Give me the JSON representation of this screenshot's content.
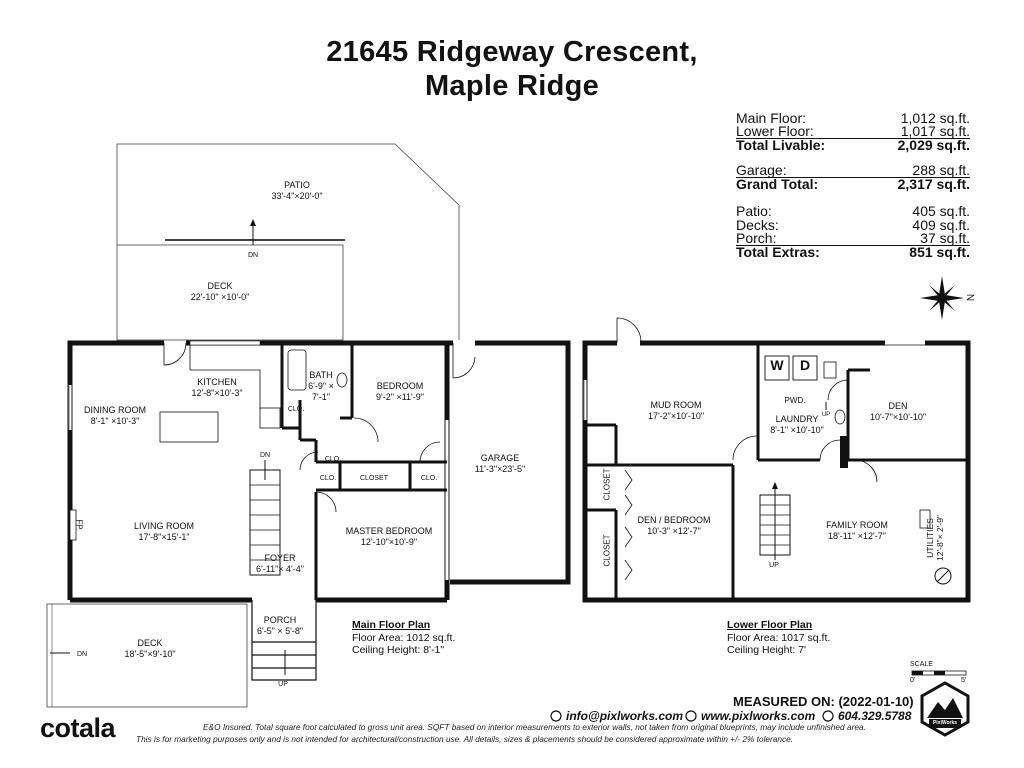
{
  "header": {
    "title_line1": "21645 Ridgeway Crescent,",
    "title_line2": "Maple Ridge"
  },
  "area_summary": {
    "main_floor": {
      "label": "Main Floor:",
      "value": "1,012 sq.ft."
    },
    "lower_floor": {
      "label": "Lower Floor:",
      "value": "1,017 sq.ft."
    },
    "total_livable": {
      "label": "Total Livable:",
      "value": "2,029 sq.ft."
    },
    "garage": {
      "label": "Garage:",
      "value": "288 sq.ft."
    },
    "grand_total": {
      "label": "Grand Total:",
      "value": "2,317 sq.ft."
    },
    "patio": {
      "label": "Patio:",
      "value": "405 sq.ft."
    },
    "decks": {
      "label": "Decks:",
      "value": "409 sq.ft."
    },
    "porch": {
      "label": "Porch:",
      "value": "37 sq.ft."
    },
    "total_extras": {
      "label": "Total Extras:",
      "value": "851 sq.ft."
    }
  },
  "compass": {
    "north_label": "N"
  },
  "main_floor": {
    "rooms": {
      "patio": {
        "name": "PATIO",
        "dims": "33'-4\"×20'-0\""
      },
      "deck_top": {
        "name": "DECK",
        "dims": "22'-10\" ×10'-0\""
      },
      "kitchen": {
        "name": "KITCHEN",
        "dims": "12'-8\"×10'-3\""
      },
      "dining": {
        "name": "DINING ROOM",
        "dims": "8'-1\" ×10'-3\""
      },
      "bath": {
        "name": "BATH",
        "dims1": "6'-9\" ×",
        "dims2": "7'-1\""
      },
      "bedroom": {
        "name": "BEDROOM",
        "dims": "9'-2\" ×11'-9\""
      },
      "garage": {
        "name": "GARAGE",
        "dims": "11'-3\"×23'-5\""
      },
      "living": {
        "name": "LIVING ROOM",
        "dims": "17'-8\"×15'-1\""
      },
      "foyer": {
        "name": "FOYER",
        "dims": "6'-11\"× 4'-4\""
      },
      "master": {
        "name": "MASTER BEDROOM",
        "dims": "12'-10\"×10'-9\""
      },
      "porch": {
        "name": "PORCH",
        "dims": "6'-5\" × 5'-8\""
      },
      "deck_bottom": {
        "name": "DECK",
        "dims": "18'-5\"×9'-10\""
      }
    },
    "closets": {
      "clo1": "CLO.",
      "clo2": "CLO.",
      "clo3": "CLO.",
      "clo4": "CLO.",
      "closet": "CLOSET"
    },
    "fp": "FP",
    "stairs": {
      "dn_patio": "DN",
      "dn_stairs": "DN",
      "dn_deck": "DN",
      "up_porch": "UP"
    },
    "info": {
      "heading": "Main Floor Plan",
      "area": "Floor Area: 1012 sq.ft.",
      "ceiling": "Ceiling Height: 8'-1\""
    }
  },
  "lower_floor": {
    "rooms": {
      "mud": {
        "name": "MUD ROOM",
        "dims": "17'-2\"×10'-10\""
      },
      "laundry": {
        "pwd": "PWD.",
        "name": "LAUNDRY",
        "dims": "8'-1\" ×10'-10\""
      },
      "den": {
        "name": "DEN",
        "dims": "10'-7\"×10'-10\""
      },
      "den_bedroom": {
        "name": "DEN / BEDROOM",
        "dims": "10'-3\" ×12'-7\""
      },
      "family": {
        "name": "FAMILY ROOM",
        "dims": "18'-11\" ×12'-7\""
      },
      "utilities": {
        "name": "UTILITIES",
        "dims": "12'-8\"× 2'-9\""
      }
    },
    "closets": {
      "c1": "CLOSET",
      "c2": "CLOSET"
    },
    "appliances": {
      "washer": "W",
      "dryer": "D"
    },
    "stairs": {
      "up": "UP",
      "up_laundry": "UP"
    },
    "info": {
      "heading": "Lower Floor Plan",
      "area": "Floor Area: 1017 sq.ft.",
      "ceiling": "Ceiling Height: 7'"
    }
  },
  "scale": {
    "label": "SCALE",
    "zero": "0'",
    "five": "5'"
  },
  "footer": {
    "measured": "MEASURED ON: (2022-01-10)",
    "email": "info@pixlworks.com",
    "website": "www.pixlworks.com",
    "phone": "604.329.5788",
    "disclaimer1": "E&O Insured.  Total square foot calculated to gross unit area. SQFT based on interior measurements to exterior walls, not taken from original blueprints, may include unfinished area.",
    "disclaimer2": "This is for marketing purposes only and is not intended for architectural/construction use.  All details, sizes & placements should be considered approximate within +/- 2%  tolerance.",
    "brand": "cotala",
    "logo_text": "PixlWorks"
  }
}
